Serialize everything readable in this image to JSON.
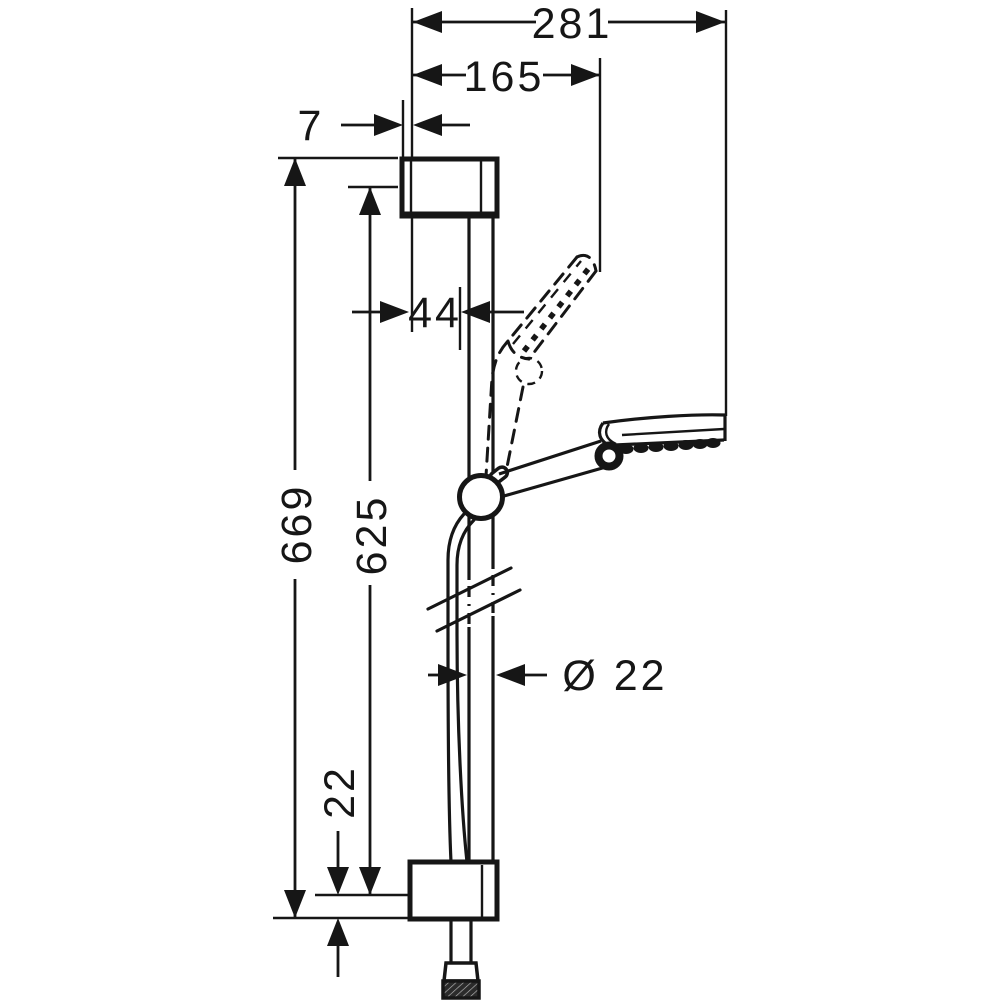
{
  "drawing": {
    "colors": {
      "line": "#161616",
      "background": "#ffffff"
    },
    "dimensions": {
      "overall_projection": "281",
      "head_up_projection": "165",
      "top_offset": "7",
      "bar_offset": "44",
      "overall_height": "669",
      "fixing_distance": "625",
      "bar_diameter": "Ø 22",
      "bottom_offset": "22"
    }
  }
}
